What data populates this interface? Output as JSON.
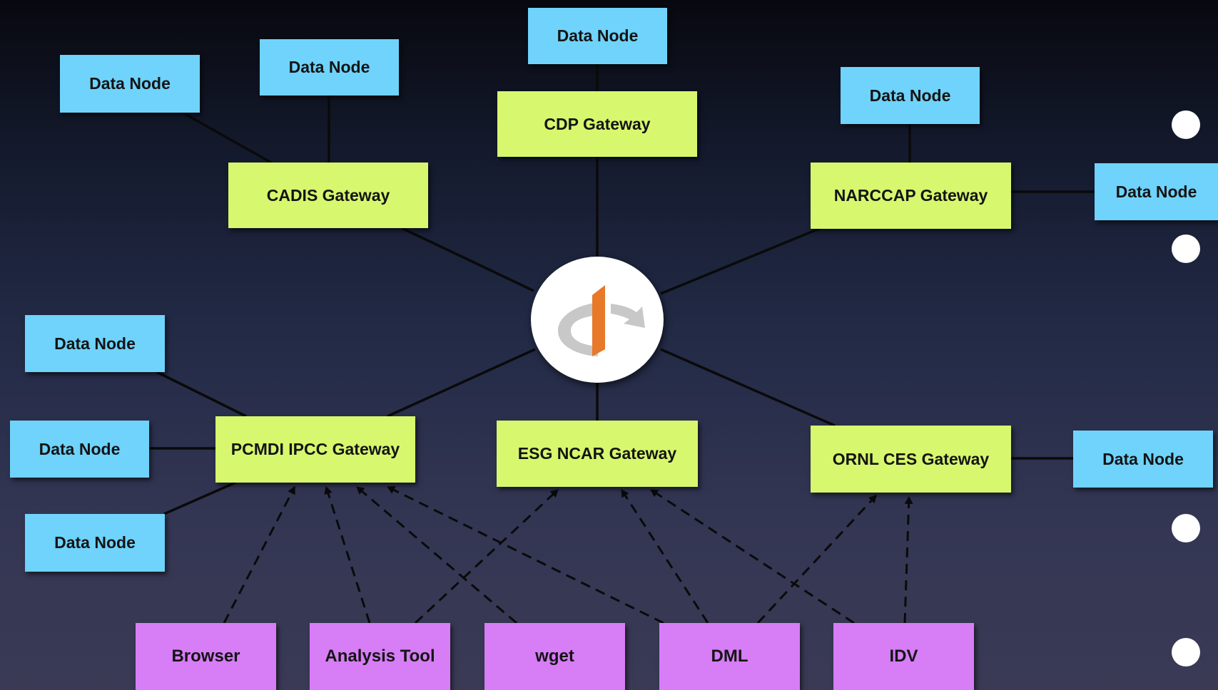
{
  "diagram": {
    "hub": {
      "icon": "openid-logo-icon",
      "colors": {
        "bar": "#e8782a",
        "arc": "#c8c8c8"
      }
    },
    "nodes": {
      "dn_top_left": "Data Node",
      "dn_top_mid_left": "Data Node",
      "dn_top_center": "Data Node",
      "dn_top_right": "Data Node",
      "dn_right_upper": "Data Node",
      "dn_left_1": "Data Node",
      "dn_left_2": "Data Node",
      "dn_left_3": "Data Node",
      "dn_right_lower": "Data Node"
    },
    "gateways": {
      "cadis": "CADIS Gateway",
      "cdp": "CDP Gateway",
      "narccap": "NARCCAP Gateway",
      "pcmdi": "PCMDI IPCC Gateway",
      "esg_ncar": "ESG NCAR Gateway",
      "ornl": "ORNL CES Gateway"
    },
    "clients": {
      "browser": "Browser",
      "analysis": "Analysis Tool",
      "wget": "wget",
      "dml": "DML",
      "idv": "IDV"
    },
    "colors": {
      "data_node": "#6fd3fb",
      "gateway": "#d7f86e",
      "client": "#d77df6",
      "connector": "#0a0a0a"
    }
  }
}
